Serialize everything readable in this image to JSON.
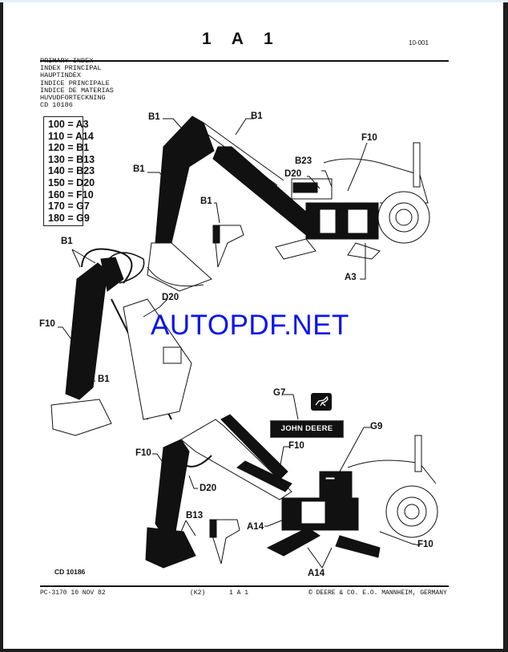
{
  "header": {
    "title": "1 A 1",
    "page_code": "10-001"
  },
  "index_titles": [
    "PRIMARY INDEX",
    "INDEX PRINCIPAL",
    "HAUPTINDEX",
    "INDICE PRINCIPALE",
    "INDICE DE MATERIAS",
    "HUVUDFORTECKNING",
    "CD 10186"
  ],
  "index_box": [
    {
      "code": "100",
      "ref": "A3",
      "text": "100 = A3"
    },
    {
      "code": "110",
      "ref": "A14",
      "text": "110 = A14"
    },
    {
      "code": "120",
      "ref": "B1",
      "text": "120 = B1"
    },
    {
      "code": "130",
      "ref": "B13",
      "text": "130 = B13"
    },
    {
      "code": "140",
      "ref": "B23",
      "text": "140 = B23"
    },
    {
      "code": "150",
      "ref": "D20",
      "text": "150 = D20"
    },
    {
      "code": "160",
      "ref": "F10",
      "text": "160 = F10"
    },
    {
      "code": "170",
      "ref": "G7",
      "text": "170 = G7"
    },
    {
      "code": "180",
      "ref": "G9",
      "text": "180 = G9"
    }
  ],
  "callouts": {
    "top": {
      "b1_a": "B1",
      "b1_b": "B1",
      "b1_c": "B1",
      "b1_d": "B1",
      "f10": "F10",
      "b23": "B23",
      "d20": "D20",
      "a3": "A3"
    },
    "left": {
      "b1_a": "B1",
      "f10": "F10",
      "d20": "D20",
      "b1_b": "B1"
    },
    "bottom": {
      "g7": "G7",
      "g9": "G9",
      "f10_a": "F10",
      "f10_b": "F10",
      "d20": "D20",
      "b13": "B13",
      "a14_a": "A14",
      "a14_b": "A14",
      "f10_c": "F10"
    }
  },
  "decals": {
    "brand_badge": "JOHN DEERE",
    "logo_caption": "JOHN DEERE"
  },
  "watermark": "AUTOPDF.NET",
  "figure_code": "CD 10186",
  "footer": {
    "doc_id": "PC-3170 10 NOV 82",
    "revision": "(K2)",
    "section": "1 A 1",
    "copyright": "© DEERE & CO. E.O. MANNHEIM, GERMANY"
  },
  "colors": {
    "watermark": "#0a14f0",
    "ink": "#111111",
    "frame": "#1e1e1e",
    "topbar": "#e3f0fb"
  }
}
